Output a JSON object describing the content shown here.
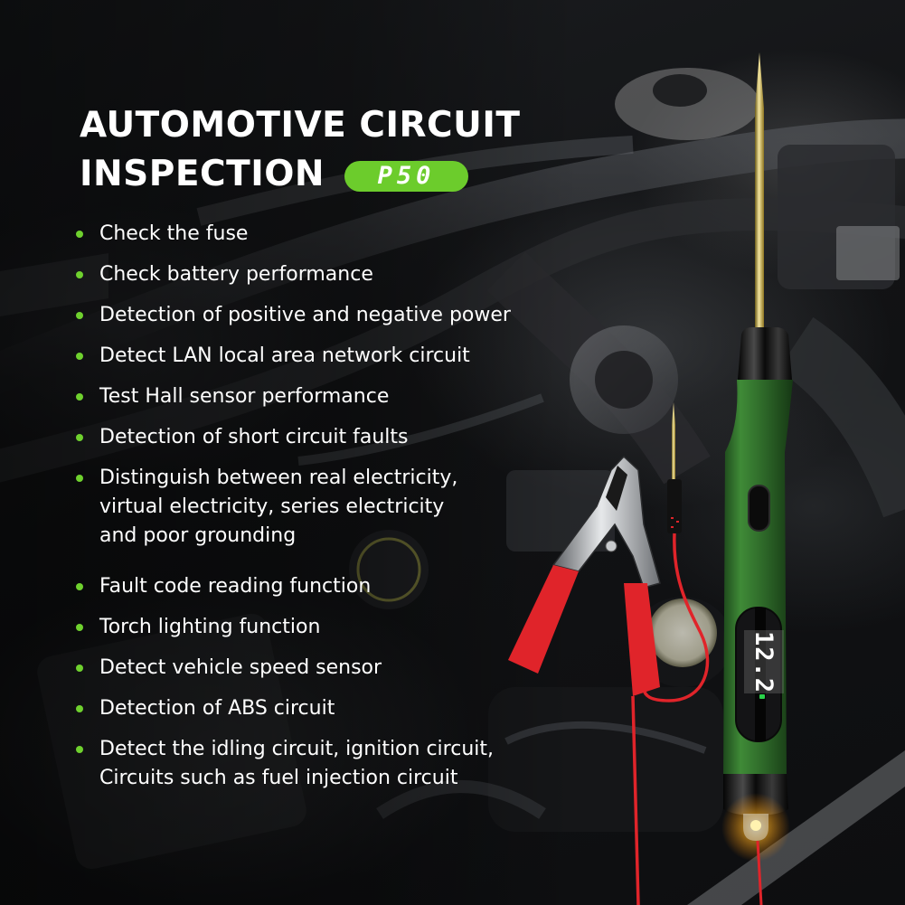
{
  "headline": {
    "line1": "AUTOMOTIVE CIRCUIT",
    "line2": "INSPECTION",
    "model_badge": "P50"
  },
  "features": [
    {
      "text": "Check the fuse"
    },
    {
      "text": "Check battery performance"
    },
    {
      "text": "Detection of positive and negative power"
    },
    {
      "text": "Detect LAN local area network circuit"
    },
    {
      "text": "Test Hall sensor performance"
    },
    {
      "text": "Detection of short circuit faults"
    },
    {
      "lines": [
        "Distinguish between real electricity,",
        "virtual electricity, series electricity",
        "and poor grounding"
      ]
    },
    {
      "text": "Fault code reading function"
    },
    {
      "text": "Torch lighting function"
    },
    {
      "text": "Detect vehicle speed sensor"
    },
    {
      "text": "Detection of ABS circuit"
    },
    {
      "lines": [
        "Detect the idling circuit, ignition circuit,",
        "Circuits such as fuel injection circuit"
      ]
    }
  ],
  "device": {
    "display_value": "12.2",
    "body_color": "#2f6b2a",
    "probe_color": "#c9b24a",
    "lead_color": "#e0242a",
    "indicator_color": "#29d14a",
    "led_glow_color": "#ffb020"
  },
  "colors": {
    "accent_green": "#6ccc2c",
    "bullet_green": "#6fd12e",
    "text": "#ffffff",
    "background": "#121315"
  }
}
